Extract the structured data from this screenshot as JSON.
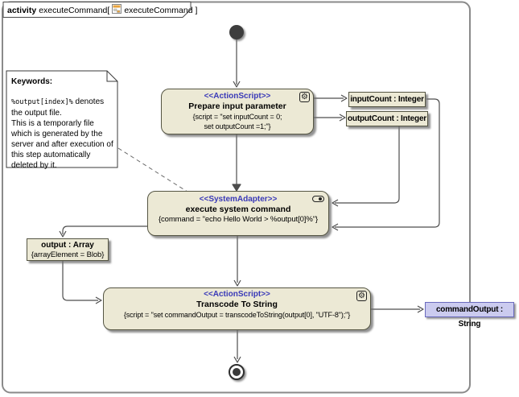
{
  "colors": {
    "node_fill": "#ECE9D5",
    "node_border": "#555543",
    "stereotype": "#3939B8",
    "pin_fill": "#CBCBEF",
    "pin_border": "#6B6BBE",
    "frame_border": "#8a8a8a",
    "line": "#4d4d4d"
  },
  "frame_tab": {
    "kind": "activity",
    "name": "executeCommand[",
    "diagram": "executeCommand",
    "close": "]"
  },
  "note": {
    "title": "Keywords:",
    "code": "%output[index]%",
    "after_code": " denotes the output file.",
    "body": "This is a temporarly file which is generated by the server and after execution of this step automatically deleted by it."
  },
  "nodes": {
    "prepare": {
      "stereotype": "<<ActionScript>>",
      "name": "Prepare input parameter",
      "spec_line1": "{script = \"set inputCount = 0;",
      "spec_line2": "set outputCount =1;\"}"
    },
    "execute": {
      "stereotype": "<<SystemAdapter>>",
      "name": "execute system command",
      "spec": "{command = \"echo Hello World > %output[0]%\"}"
    },
    "transcode": {
      "stereotype": "<<ActionScript>>",
      "name": "Transcode To String",
      "spec": "{script = \"set commandOutput = transcodeToString(output[0], \"UTF-8\");\"}"
    },
    "output_array": {
      "name": "output : Array",
      "spec": "{arrayElement = Blob}"
    }
  },
  "pins": {
    "input_count": {
      "label": "inputCount : Integer"
    },
    "output_count": {
      "label": "outputCount : Integer"
    },
    "command_output": {
      "label": "commandOutput : String"
    }
  }
}
